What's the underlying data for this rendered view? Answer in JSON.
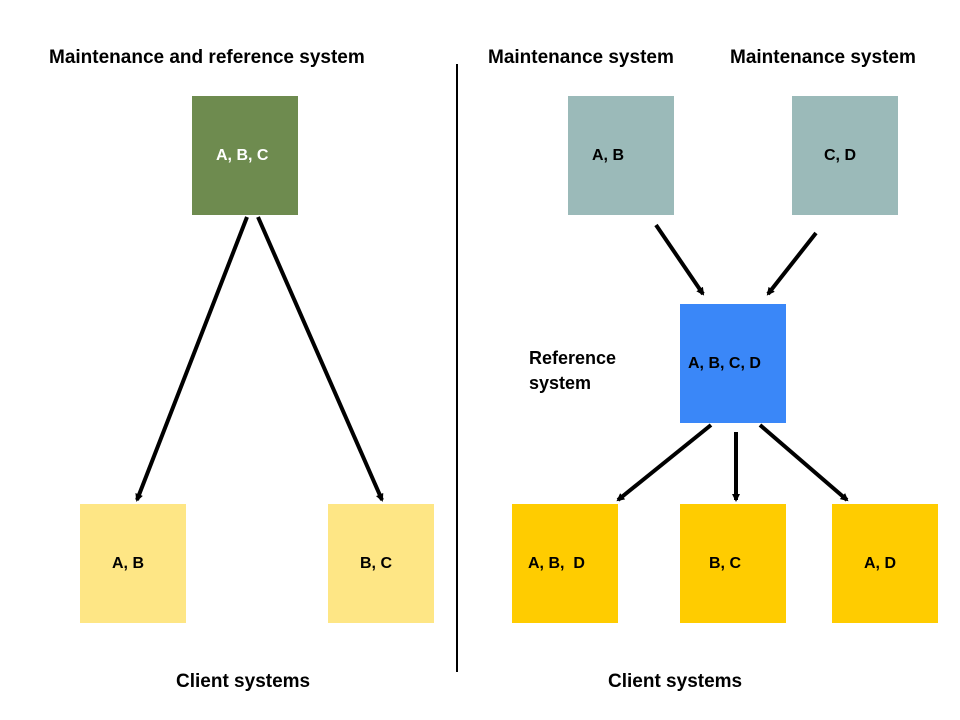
{
  "left_panel": {
    "title": "Maintenance and reference system",
    "source_box": {
      "text": "A, B, C",
      "color": "#6e8b4f",
      "text_color": "#ffffff"
    },
    "client_boxes": [
      {
        "text": "A, B",
        "color": "#fee685"
      },
      {
        "text": "B, C",
        "color": "#fee685"
      }
    ],
    "footer": "Client systems"
  },
  "right_panel": {
    "maintenance_titles": [
      "Maintenance system",
      "Maintenance system"
    ],
    "maintenance_boxes": [
      {
        "text": "A, B",
        "color": "#9bbab9"
      },
      {
        "text": "C, D",
        "color": "#9bbab9"
      }
    ],
    "reference_label_lines": [
      "Reference",
      "system"
    ],
    "reference_box": {
      "text": "A, B, C, D",
      "color": "#3a87f8"
    },
    "client_boxes": [
      {
        "text": "A, B,  D",
        "color": "#ffcc00"
      },
      {
        "text": "B, C",
        "color": "#ffcc00"
      },
      {
        "text": "A, D",
        "color": "#ffcc00"
      }
    ],
    "footer": "Client systems"
  }
}
